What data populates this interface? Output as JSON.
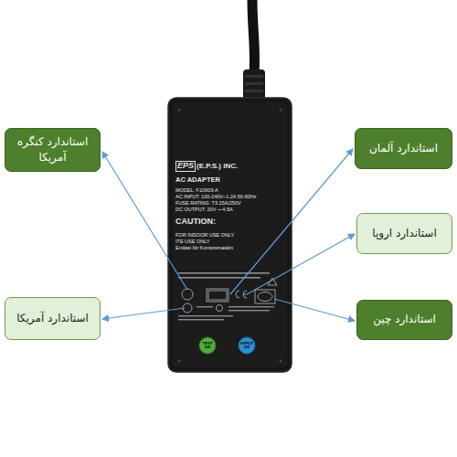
{
  "diagram": {
    "nodes": [
      {
        "text": [
          "استاندارد کنگره آمریکا"
        ]
      },
      {
        "text": [
          "استاندارد آلمان"
        ]
      },
      {
        "text": [
          "استاندارد اروپا"
        ]
      },
      {
        "text": [
          "استاندارد آمریکا"
        ]
      },
      {
        "text": [
          "استاندارد چین"
        ]
      }
    ],
    "labels": [
      "EPS",
      "(E.P.S.) INC.",
      "AC ADAPTER",
      "MODEL: F10903-A",
      "AC INPUT: 100-240V~1.2A 50-60Hz",
      "FUSE RATING: T3.15A/250V",
      "DC OUTPUT: 20V ⎓ 4.5A",
      "CAUTION:",
      "FOR INDOOR USE ONLY",
      "ITE USE ONLY",
      "Endast för Kontorsmaskin",
      "TEST OK",
      "HIPOT OK"
    ]
  }
}
